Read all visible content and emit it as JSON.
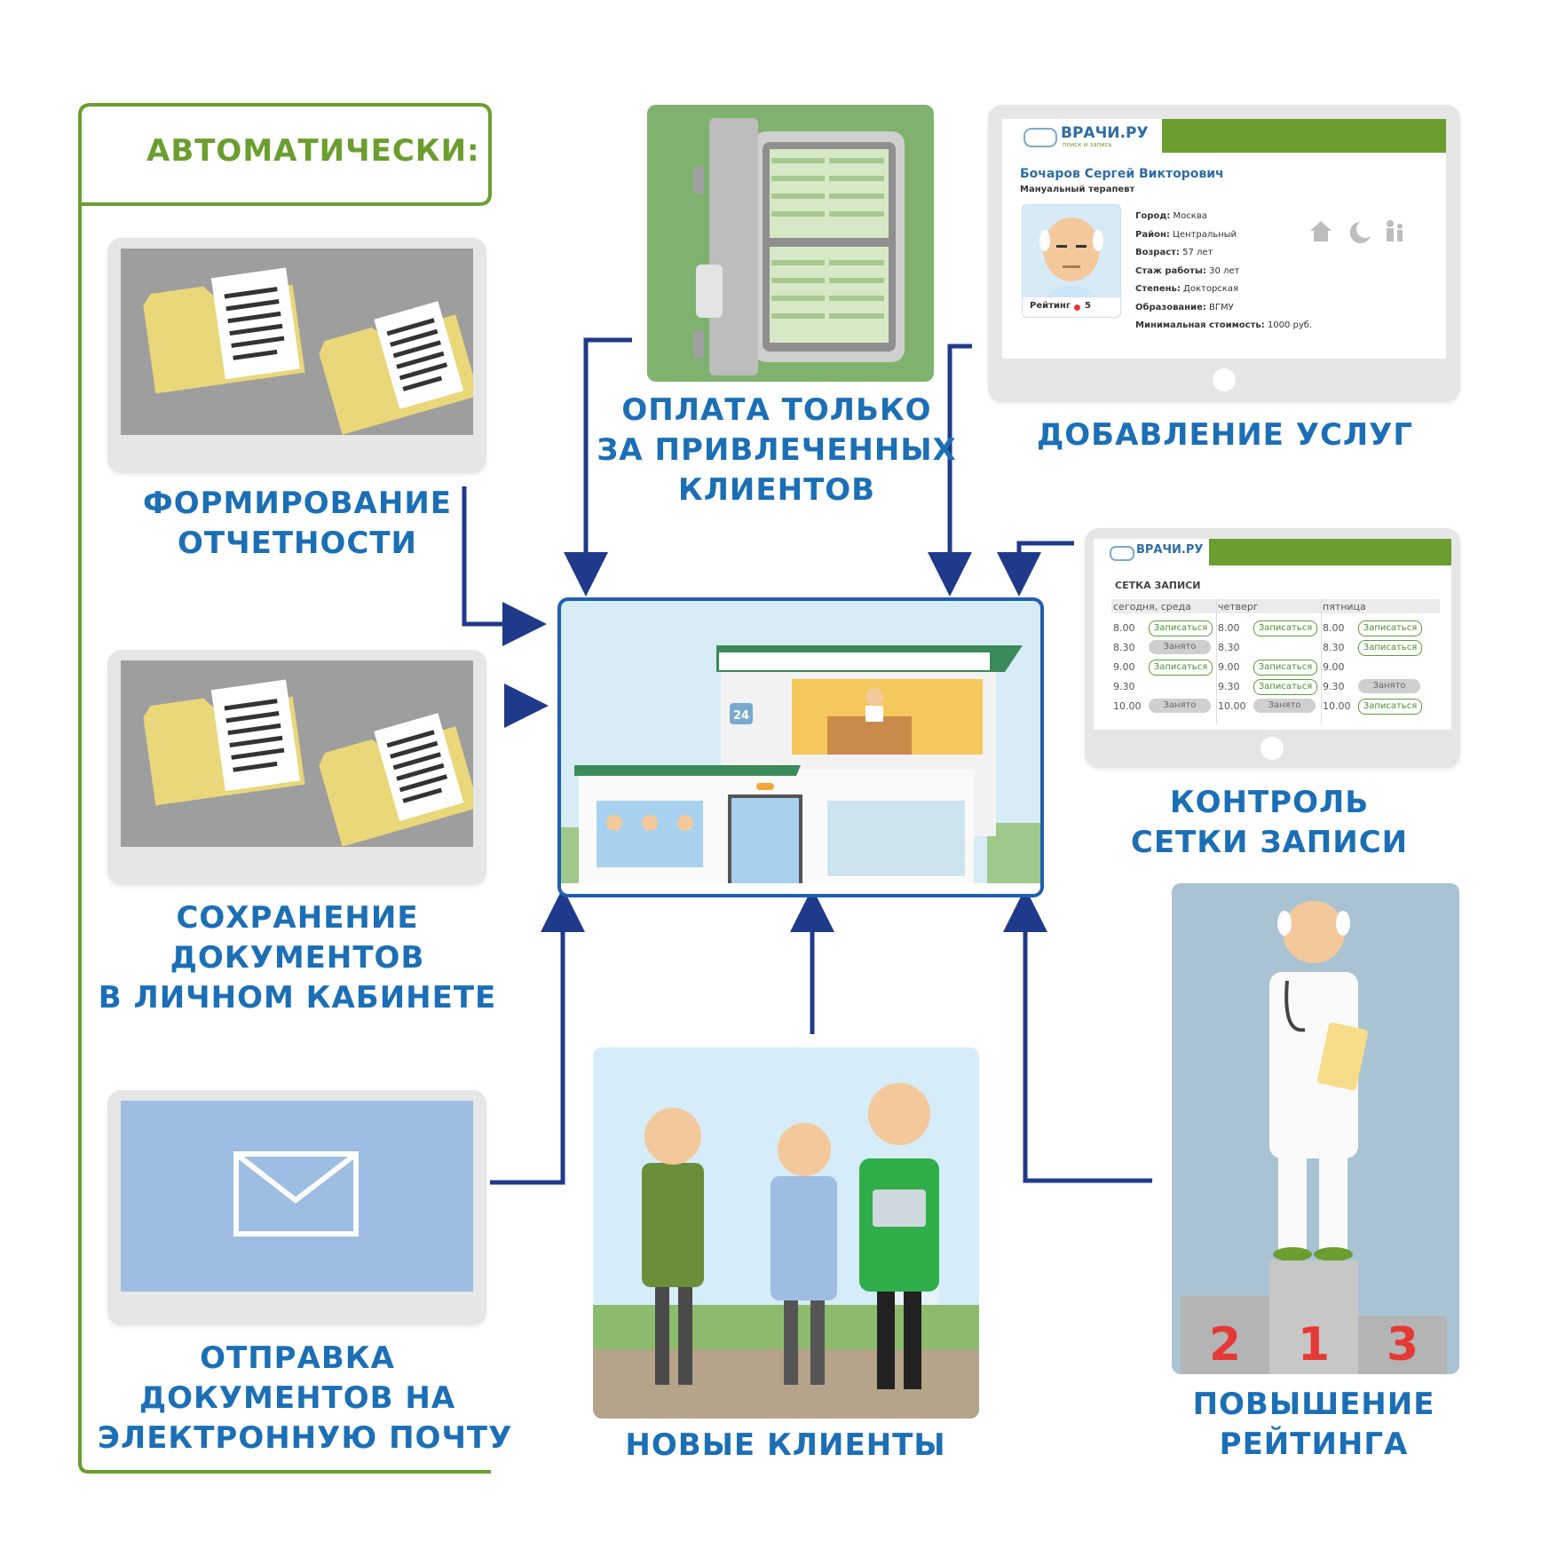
{
  "header": {
    "auto_label": "АВТОМАТИЧЕСКИ:"
  },
  "left_items": [
    {
      "lines": [
        "ФОРМИРОВАНИЕ",
        "ОТЧЕТНОСТИ"
      ]
    },
    {
      "lines": [
        "СОХРАНЕНИЕ",
        "ДОКУМЕНТОВ",
        "В ЛИЧНОМ КАБИНЕТЕ"
      ]
    },
    {
      "lines": [
        "ОТПРАВКА",
        "ДОКУМЕНТОВ НА",
        "ЭЛЕКТРОННУЮ ПОЧТУ"
      ]
    }
  ],
  "top_items": {
    "payment": {
      "lines": [
        "ОПЛАТА ТОЛЬКО",
        "ЗА ПРИВЛЕЧЕННЫХ",
        "КЛИЕНТОВ"
      ]
    },
    "services": {
      "lines": [
        "ДОБАВЛЕНИЕ УСЛУГ"
      ]
    }
  },
  "right_items": {
    "schedule": {
      "lines": [
        "КОНТРОЛЬ",
        "СЕТКИ ЗАПИСИ"
      ]
    },
    "rating": {
      "lines": [
        "ПОВЫШЕНИЕ",
        "РЕЙТИНГА"
      ]
    }
  },
  "bottom_item": {
    "lines": [
      "НОВЫЕ КЛИЕНТЫ"
    ]
  },
  "brand": {
    "logo_text": "ВРАЧИ.РУ",
    "tagline": "поиск и запись"
  },
  "profile": {
    "name": "Бочаров Сергей Викторович",
    "specialty": "Мануальный терапевт",
    "rating_label": "Рейтинг",
    "rating_value": "5",
    "fields": [
      {
        "label": "Город:",
        "value": "Москва"
      },
      {
        "label": "Район:",
        "value": "Центральный"
      },
      {
        "label": "Возраст:",
        "value": "57 лет"
      },
      {
        "label": "Стаж работы:",
        "value": "30 лет"
      },
      {
        "label": "Степень:",
        "value": "Докторская"
      },
      {
        "label": "Образование:",
        "value": "ВГМУ"
      },
      {
        "label": "Минимальная стоимость:",
        "value": "1000 руб."
      }
    ],
    "icons": [
      "home-icon",
      "moon-icon",
      "family-icon"
    ]
  },
  "schedule": {
    "title": "СЕТКА ЗАПИСИ",
    "columns": [
      {
        "head": "сегодня, среда",
        "slots": [
          {
            "time": "8.00",
            "status": "Записаться"
          },
          {
            "time": "8.30",
            "status": "Занято"
          },
          {
            "time": "9.00",
            "status": "Записаться"
          },
          {
            "time": "9.30",
            "status": ""
          },
          {
            "time": "10.00",
            "status": "Занято"
          }
        ]
      },
      {
        "head": "четверг",
        "slots": [
          {
            "time": "8.00",
            "status": "Записаться"
          },
          {
            "time": "8.30",
            "status": ""
          },
          {
            "time": "9.00",
            "status": "Записаться"
          },
          {
            "time": "9.30",
            "status": "Записаться"
          },
          {
            "time": "10.00",
            "status": "Занято"
          }
        ]
      },
      {
        "head": "пятница",
        "slots": [
          {
            "time": "8.00",
            "status": "Записаться"
          },
          {
            "time": "8.30",
            "status": "Записаться"
          },
          {
            "time": "9.00",
            "status": ""
          },
          {
            "time": "9.30",
            "status": "Занято"
          },
          {
            "time": "10.00",
            "status": "Записаться"
          }
        ]
      }
    ]
  },
  "clinic": {
    "number": "24"
  },
  "podium": {
    "places": [
      "2",
      "1",
      "3"
    ]
  },
  "colors": {
    "caption_blue": "#1c6fb5",
    "brand_green": "#6b9e2f",
    "arrow_navy": "#1f3a8a"
  }
}
